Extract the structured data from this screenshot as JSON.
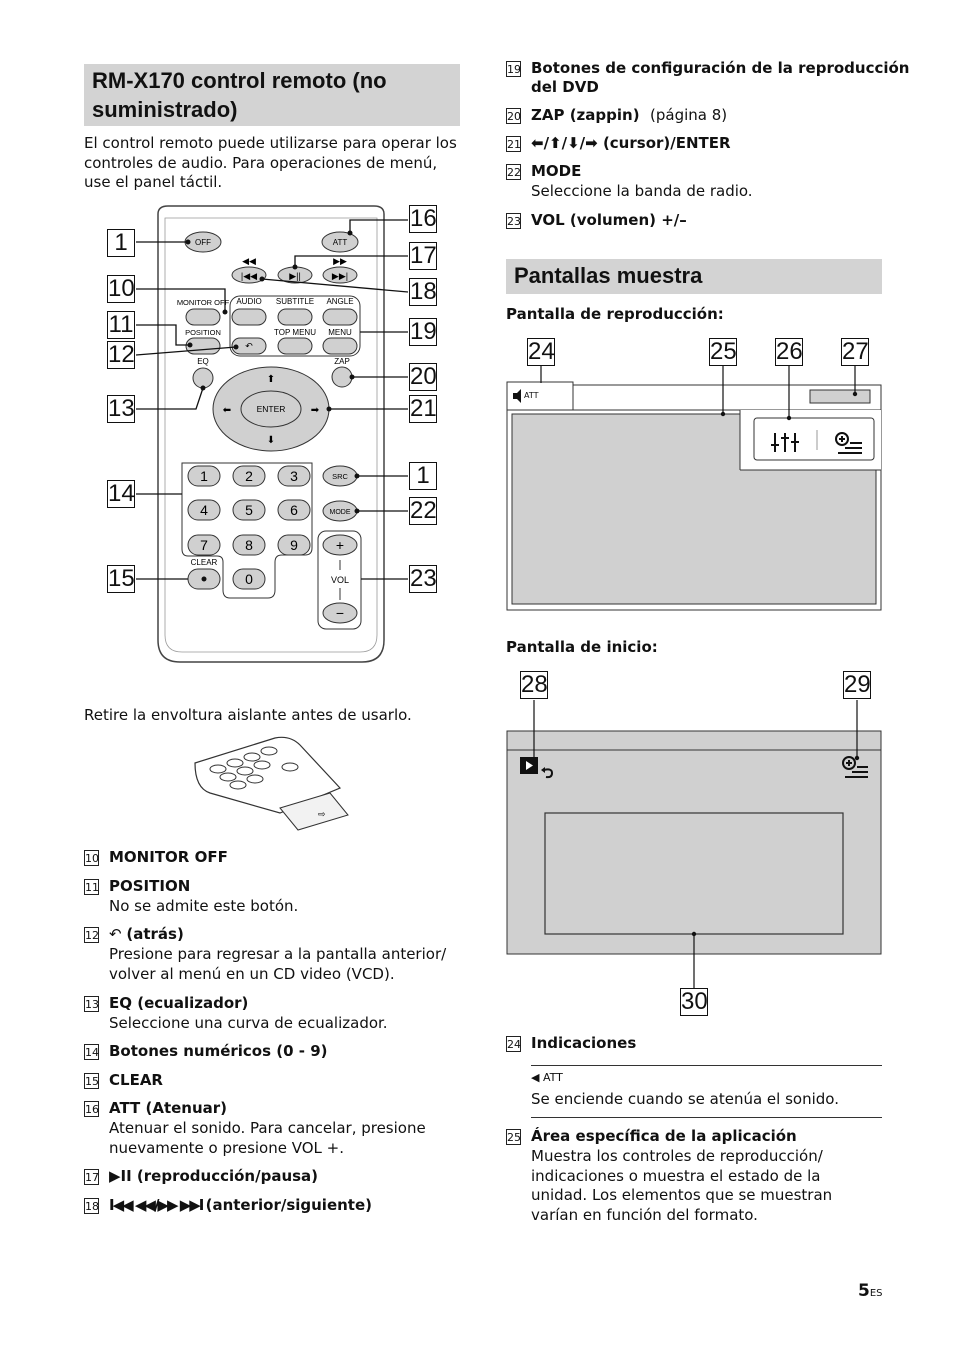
{
  "left": {
    "title": "RM-X170 control remoto (no suministrado)",
    "title_line1": "RM-X170 control remoto (no",
    "title_line2": "suministrado)",
    "intro": "El control remoto puede utilizarse para operar los controles de audio. Para operaciones de menú, use el panel táctil.",
    "insulation_note": "Retire la envoltura aislante antes de usarlo."
  },
  "remote": {
    "buttons": {
      "off": "OFF",
      "att": "ATT",
      "monitor_off": "MONITOR OFF",
      "audio": "AUDIO",
      "subtitle": "SUBTITLE",
      "angle": "ANGLE",
      "position": "POSITION",
      "top_menu": "TOP MENU",
      "menu": "MENU",
      "eq": "EQ",
      "zap": "ZAP",
      "enter": "ENTER",
      "src": "SRC",
      "mode": "MODE",
      "clear": "CLEAR",
      "vol": "VOL",
      "plus": "+",
      "minus": "−",
      "digits": [
        "1",
        "2",
        "3",
        "4",
        "5",
        "6",
        "7",
        "8",
        "9",
        "0"
      ]
    },
    "callouts": {
      "c1": "1",
      "c10": "10",
      "c11": "11",
      "c12": "12",
      "c13": "13",
      "c14": "14",
      "c15": "15",
      "c16": "16",
      "c17": "17",
      "c18": "18",
      "c19": "19",
      "c20": "20",
      "c21": "21",
      "c1b": "1",
      "c22": "22",
      "c23": "23"
    }
  },
  "items_left": [
    {
      "num": "10",
      "title": "MONITOR OFF",
      "desc": ""
    },
    {
      "num": "11",
      "title": "POSITION",
      "desc": "No se admite este botón."
    },
    {
      "num": "12",
      "title": "(atrás)",
      "desc": "Presione para regresar a la pantalla anterior/ volver al menú en un CD video (VCD)."
    },
    {
      "num": "13",
      "title": "EQ (ecualizador)",
      "desc": "Seleccione una curva de ecualizador."
    },
    {
      "num": "14",
      "title": "Botones numéricos (0 - 9)",
      "desc": ""
    },
    {
      "num": "15",
      "title": "CLEAR",
      "desc": ""
    },
    {
      "num": "16",
      "title": "ATT (Atenuar)",
      "desc": "Atenuar el sonido. Para cancelar, presione nuevamente o presione VOL +."
    },
    {
      "num": "17",
      "title": "(reproducción/pausa)",
      "desc": ""
    },
    {
      "num": "18",
      "title": "(anterior/siguiente)",
      "desc": ""
    }
  ],
  "items_right": [
    {
      "num": "19",
      "title": "Botones de configuración de la reproducción del DVD",
      "title_l1": "Botones de configuración de la reproducción",
      "title_l2": "del DVD"
    },
    {
      "num": "20",
      "title": "ZAP (zappin)",
      "ref": "(página 8)"
    },
    {
      "num": "21",
      "title": "(cursor)/ENTER"
    },
    {
      "num": "22",
      "title": "MODE",
      "desc": "Seleccione la banda de radio."
    },
    {
      "num": "23",
      "title": "VOL (volumen) +/–"
    }
  ],
  "screens": {
    "title": "Pantallas muestra",
    "playback_label": "Pantalla de reproducción:",
    "home_label": "Pantalla de inicio:",
    "att_indicator": "ATT",
    "callouts": {
      "c24": "24",
      "c25": "25",
      "c26": "26",
      "c27": "27",
      "c28": "28",
      "c29": "29",
      "c30": "30"
    }
  },
  "items_bottom": [
    {
      "num": "24",
      "title": "Indicaciones",
      "att": "ATT",
      "desc": "Se enciende cuando se atenúa el sonido."
    },
    {
      "num": "25",
      "title": "Área específica de la aplicación",
      "desc": "Muestra los controles de reproducción/ indicaciones o muestra el estado de la unidad. Los elementos que se muestran varían en función del formato."
    }
  ],
  "footer": {
    "page": "5",
    "lang": "ES"
  }
}
